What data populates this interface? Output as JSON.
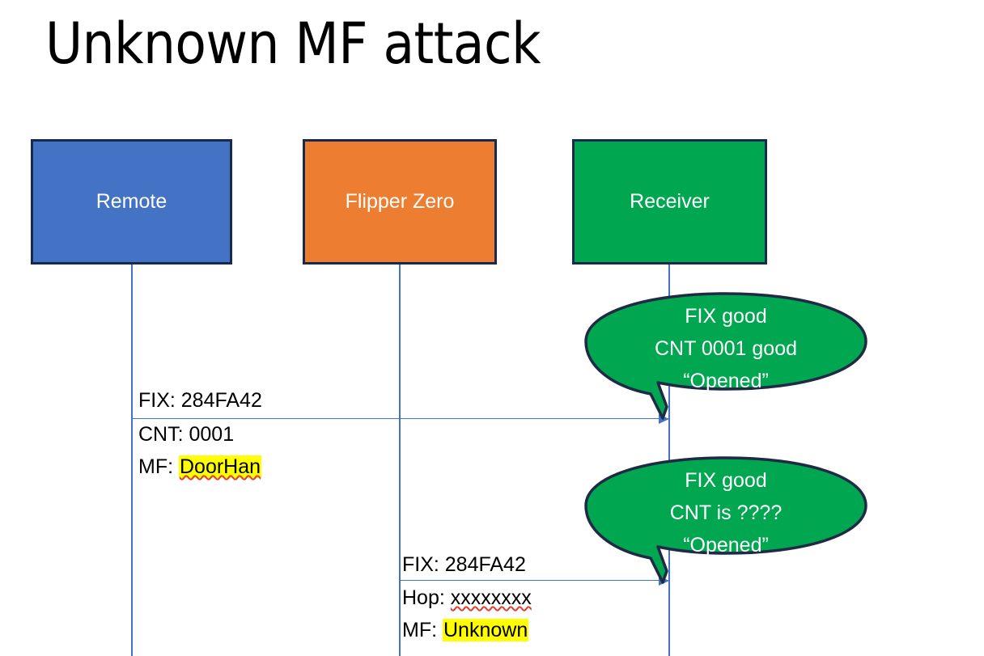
{
  "slide": {
    "title": "Unknown MF attack",
    "colors": {
      "remote_fill": "#4472C4",
      "flipper_fill": "#ED7D31",
      "receiver_fill": "#00A650",
      "box_border": "#17294D",
      "lifeline": "#4472C4",
      "highlight": "#FFFF00",
      "spellcheck_underline": "#E03C31"
    }
  },
  "actors": [
    {
      "id": "remote",
      "label": "Remote"
    },
    {
      "id": "flipper",
      "label": "Flipper Zero"
    },
    {
      "id": "receiver",
      "label": "Receiver"
    }
  ],
  "messages": [
    {
      "id": "msg1",
      "from": "remote",
      "to": "receiver",
      "line1": "FIX: 284FA42",
      "line2_prefix": "CNT: 0001",
      "line3_prefix": "MF: ",
      "line3_highlight": "DoorHan"
    },
    {
      "id": "msg2",
      "from": "flipper",
      "to": "receiver",
      "line1": "FIX: 284FA42",
      "line2_prefix": "Hop: ",
      "line2_value": "xxxxxxxx",
      "line3_prefix": "MF: ",
      "line3_highlight": "Unknown"
    }
  ],
  "bubbles": [
    {
      "id": "bubble1",
      "line1": "FIX good",
      "line2": "CNT 0001 good",
      "line3": "“Opened”"
    },
    {
      "id": "bubble2",
      "line1": "FIX good",
      "line2": "CNT is ????",
      "line3": "“Opened”"
    }
  ]
}
